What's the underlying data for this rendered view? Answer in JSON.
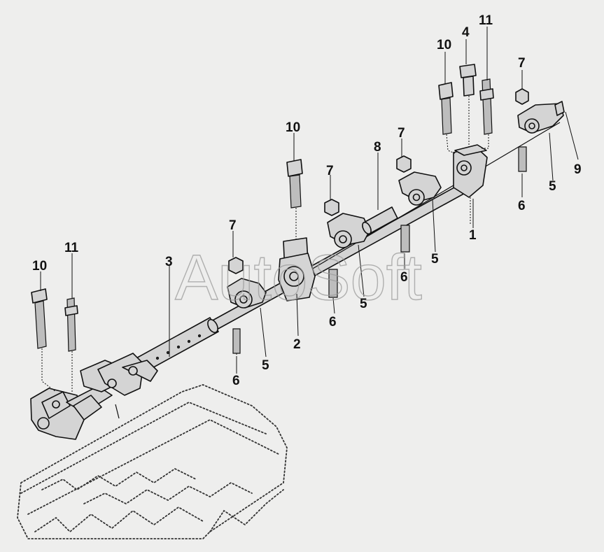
{
  "watermark": "AutoSoft",
  "callouts": [
    {
      "id": "c10a",
      "label": "10"
    },
    {
      "id": "c4",
      "label": "4"
    },
    {
      "id": "c11a",
      "label": "11"
    },
    {
      "id": "c7a",
      "label": "7"
    },
    {
      "id": "c9",
      "label": "9"
    },
    {
      "id": "c5a",
      "label": "5"
    },
    {
      "id": "c6a",
      "label": "6"
    },
    {
      "id": "c1",
      "label": "1"
    },
    {
      "id": "c8",
      "label": "8"
    },
    {
      "id": "c7b",
      "label": "7"
    },
    {
      "id": "c5b",
      "label": "5"
    },
    {
      "id": "c6b",
      "label": "6"
    },
    {
      "id": "c10b",
      "label": "10"
    },
    {
      "id": "c7c",
      "label": "7"
    },
    {
      "id": "c5c",
      "label": "5"
    },
    {
      "id": "c6c",
      "label": "6"
    },
    {
      "id": "c2",
      "label": "2"
    },
    {
      "id": "c7d",
      "label": "7"
    },
    {
      "id": "c5d",
      "label": "5"
    },
    {
      "id": "c6d",
      "label": "6"
    },
    {
      "id": "c3",
      "label": "3"
    },
    {
      "id": "c10c",
      "label": "10"
    },
    {
      "id": "c11b",
      "label": "11"
    }
  ]
}
